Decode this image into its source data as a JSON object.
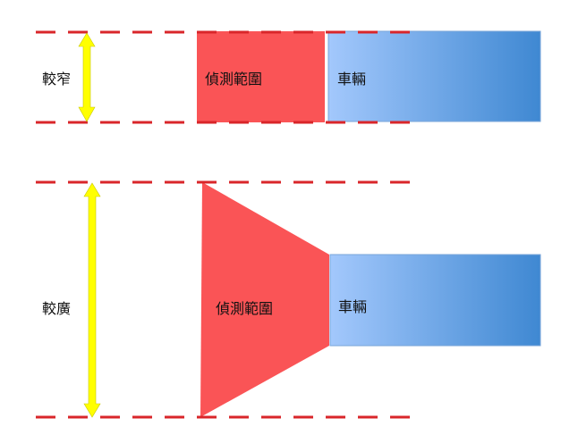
{
  "colors": {
    "dash": "#d9262a",
    "detection": "#fa5456",
    "vehicle_light": "#a3c8fc",
    "vehicle_dark": "#3f88d2",
    "arrow": "#ffff00"
  },
  "panels": [
    {
      "width_label": "較窄",
      "detection_label": "偵測範圍",
      "vehicle_label": "車輛",
      "shape": "rectangle"
    },
    {
      "width_label": "較廣",
      "detection_label": "偵測範圍",
      "vehicle_label": "車輛",
      "shape": "trapezoid"
    }
  ]
}
